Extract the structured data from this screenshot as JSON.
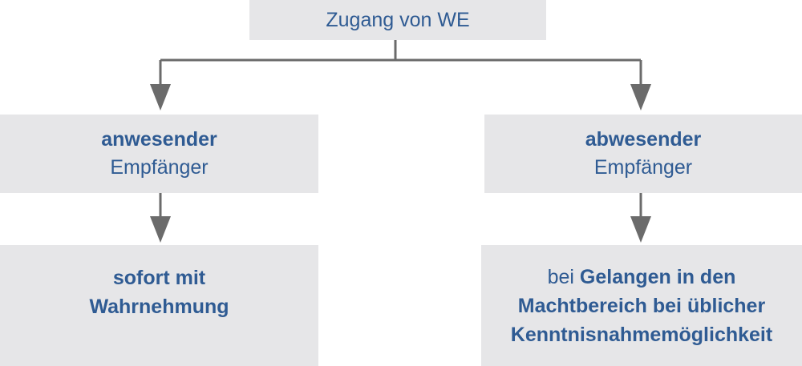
{
  "top": {
    "label": "Zugang von WE"
  },
  "left": {
    "heading": "anwesender",
    "subheading": "Empfänger",
    "result_line1": "sofort mit",
    "result_line2": "Wahrnehmung"
  },
  "right": {
    "heading": "abwesender",
    "subheading": "Empfänger",
    "result_prefix": "bei ",
    "result_line1_bold": "Gelangen in den",
    "result_line2": "Machtbereich bei üblicher",
    "result_line3": "Kenntnisnahmemöglichkeit"
  },
  "colors": {
    "box_fill": "#e6e6e8",
    "text": "#2f5b93",
    "connector": "#6b6b6b"
  }
}
